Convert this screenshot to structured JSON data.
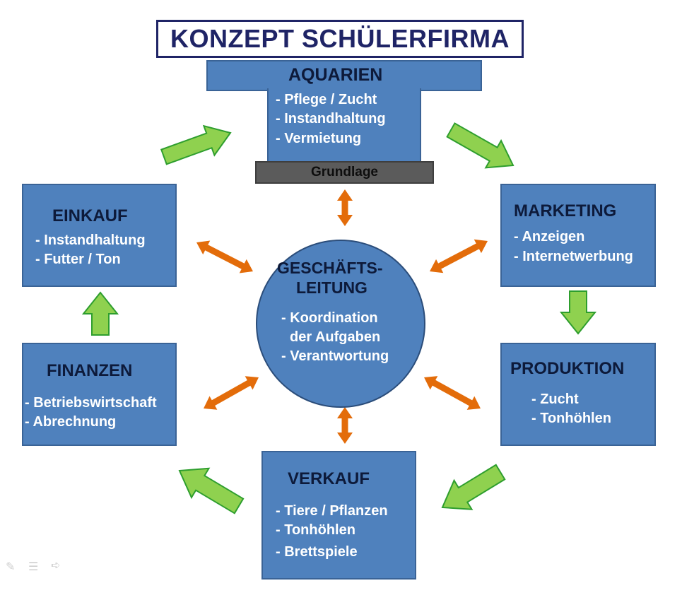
{
  "title": "KONZEPT SCHÜLERFIRMA",
  "aquarien": {
    "heading": "AQUARIEN",
    "items": [
      "- Pflege / Zucht",
      "- Instandhaltung",
      "- Vermietung"
    ],
    "base_label": "Grundlage"
  },
  "marketing": {
    "heading": "MARKETING",
    "items": [
      "- Anzeigen",
      "- Internetwerbung"
    ]
  },
  "produktion": {
    "heading": "PRODUKTION",
    "items": [
      "- Zucht",
      "- Tonhöhlen"
    ]
  },
  "verkauf": {
    "heading": "VERKAUF",
    "items": [
      "- Tiere / Pflanzen",
      "- Tonhöhlen",
      "- Brettspiele"
    ]
  },
  "finanzen": {
    "heading": "FINANZEN",
    "items": [
      "- Betriebswirtschaft",
      "- Abrechnung"
    ]
  },
  "einkauf": {
    "heading": "EINKAUF",
    "items": [
      "- Instandhaltung",
      "- Futter / Ton"
    ]
  },
  "geschaeftsleitung": {
    "heading_line1": "GESCHÄFTS-",
    "heading_line2": "LEITUNG",
    "items": [
      "- Koordination",
      "der Aufgaben",
      "- Verantwortung"
    ]
  },
  "colors": {
    "box_fill": "#4f81bd",
    "heading_text": "#0d1a3a",
    "title_border": "#1f2466",
    "flow_arrow_fill": "#8fd14f",
    "flow_arrow_stroke": "#2e9e2e",
    "link_arrow": "#e36c0a"
  },
  "toolbar_icons": [
    "pen-icon",
    "menu-icon",
    "next-arrow-icon"
  ]
}
